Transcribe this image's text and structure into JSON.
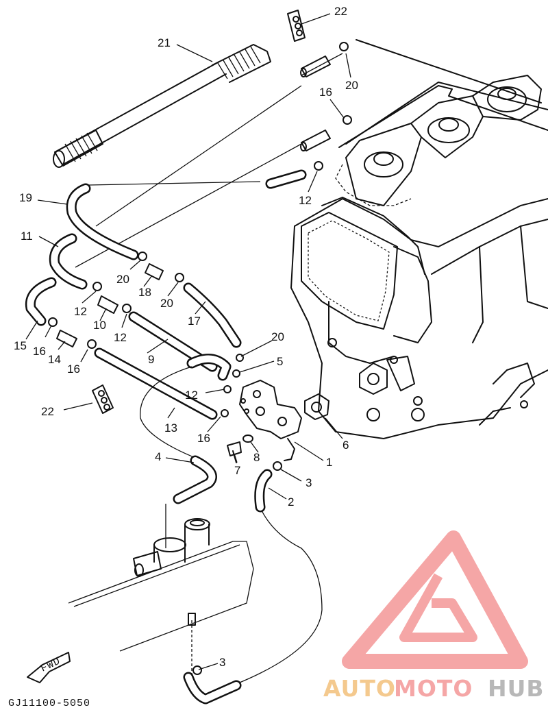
{
  "diagram_code": "GJ11100-5050",
  "direction_marker": "FWD",
  "watermark": {
    "part1": "AUTO",
    "part2": "MOTO",
    "part3": "HUB",
    "color_primary": "#f5a6a6",
    "color_secondary": "#f4c98e",
    "color_tertiary": "#b8b8b8"
  },
  "callouts": [
    "1",
    "2",
    "3",
    "3",
    "4",
    "5",
    "6",
    "7",
    "8",
    "9",
    "10",
    "11",
    "12",
    "12",
    "12",
    "12",
    "13",
    "14",
    "15",
    "16",
    "16",
    "16",
    "16",
    "17",
    "18",
    "19",
    "20",
    "20",
    "20",
    "20",
    "21",
    "22",
    "22"
  ]
}
